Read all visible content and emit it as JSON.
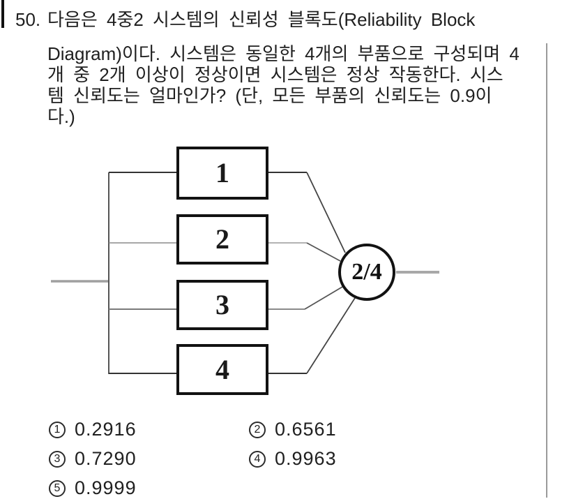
{
  "question": {
    "number": "50.",
    "lines": [
      "다음은 4중2 시스템의 신뢰성 블록도(Reliability Block",
      "Diagram)이다. 시스템은 동일한 4개의 부품으로 구성되며 4",
      "개 중 2개 이상이 정상이면 시스템은 정상 작동한다. 시스",
      "템 신뢰도는 얼마인가? (단, 모든 부품의 신뢰도는 0.9이",
      "다.)"
    ]
  },
  "diagram": {
    "blocks": [
      {
        "label": "1"
      },
      {
        "label": "2"
      },
      {
        "label": "3"
      },
      {
        "label": "4"
      }
    ],
    "gate_label": "2/4",
    "line_colors": {
      "bus": "#555555",
      "io": "#a0a0a0",
      "wire": "#444444"
    }
  },
  "options": [
    {
      "marker": "1",
      "value": "0.2916"
    },
    {
      "marker": "2",
      "value": "0.6561"
    },
    {
      "marker": "3",
      "value": "0.7290"
    },
    {
      "marker": "4",
      "value": "0.9963"
    },
    {
      "marker": "5",
      "value": "0.9999"
    }
  ]
}
